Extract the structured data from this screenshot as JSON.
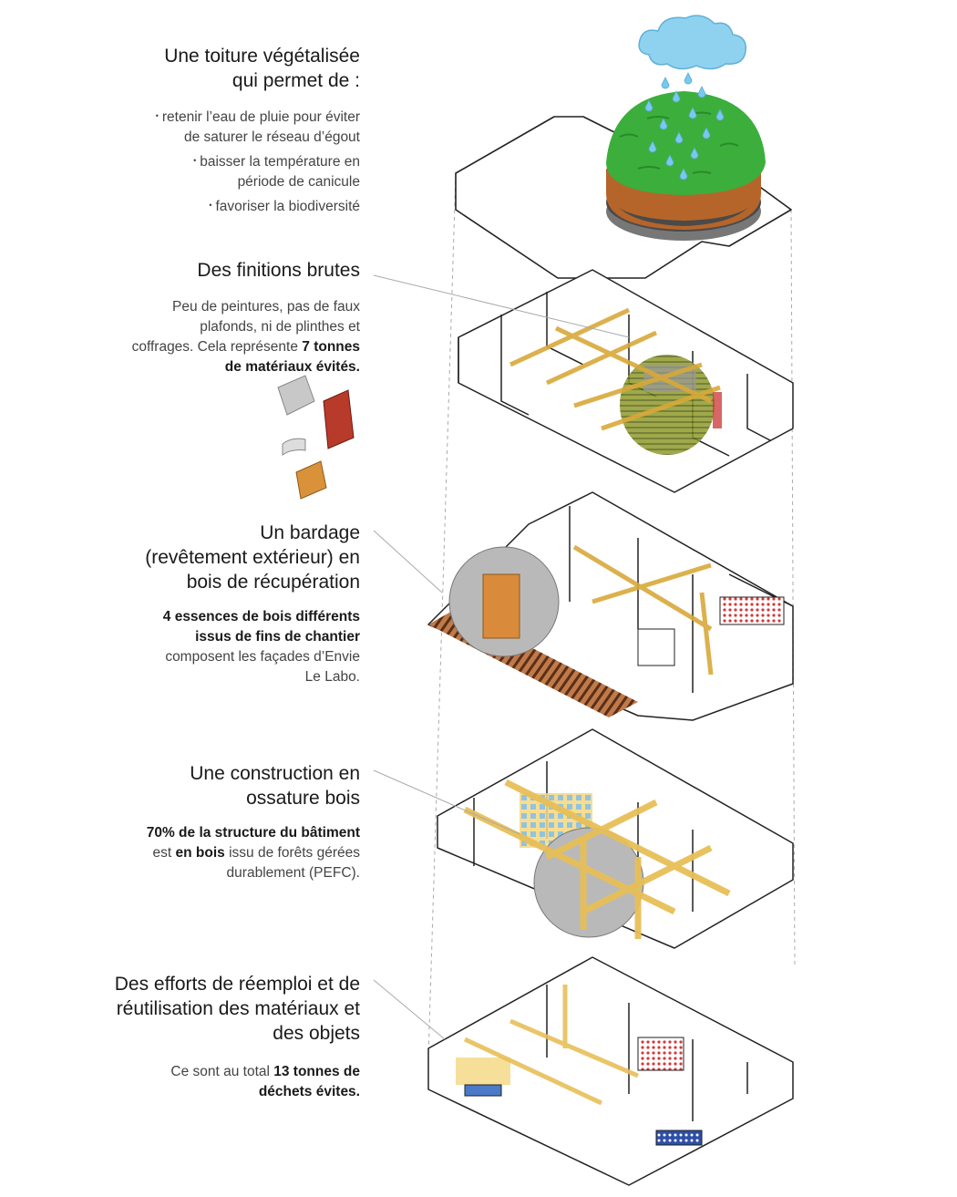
{
  "sections": [
    {
      "title_lines": [
        "Une  toiture  végétalisée",
        "qui permet de :"
      ],
      "bullets": [
        "retenir l’eau de pluie pour éviter\nde saturer le réseau d’égout",
        "baisser la température en\npériode de canicule",
        "favoriser la biodiversité"
      ]
    },
    {
      "title_lines": [
        "Des finitions brutes"
      ],
      "desc_html": "Peu de peintures, pas de faux<br>plafonds, ni de plinthes et<br>coffrages. Cela représente <b>7 tonnes</b><br><b>de matériaux évités.</b>"
    },
    {
      "title_lines": [
        "Un bardage",
        "(revêtement extérieur) en",
        "bois de récupération"
      ],
      "desc_html": "<b>4 essences de bois différents</b><br><b>issus de fins de chantier</b><br>composent les façades d’Envie<br>Le Labo."
    },
    {
      "title_lines": [
        "Une construction en",
        "ossature bois"
      ],
      "desc_html": "<b>70% de la structure du bâtiment</b><br>est <b>en bois</b> issu de forêts gérées<br>durablement (PEFC)."
    },
    {
      "title_lines": [
        "Des efforts de réemploi et de",
        "réutilisation des matériaux et",
        "des objets"
      ],
      "desc_html": "Ce sont au total <b>13 tonnes de</b><br><b>déchets évites.</b>"
    }
  ],
  "colors": {
    "wood": "#f2d27a",
    "wood_edge": "#d9a93a",
    "grass": "#3cae3c",
    "soil": "#b5652a",
    "rain": "#79c9ee",
    "line": "#222222",
    "gray_zoom": "#b9b9b9",
    "brick": "#b83a2a"
  },
  "icons": [
    "cloud-icon",
    "raindrop-icon",
    "green-roof-icon",
    "material-samples-icon"
  ]
}
